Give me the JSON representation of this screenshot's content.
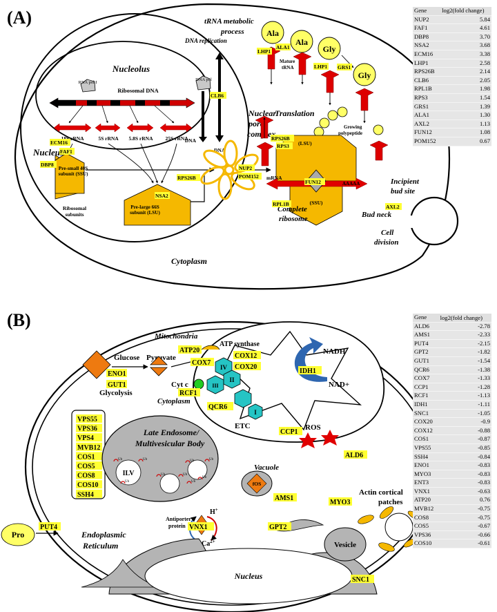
{
  "panel_a": {
    "letter": "(A)",
    "labels": {
      "nucleolus": "Nucleolus",
      "ribosomal_dna": "Ribosomal DNA",
      "rna_pol_1": "RNA pol I",
      "rrna_18s": "18S rRNA",
      "rrna_5s": "5S rRNA",
      "rrna_58s": "5.8S rRNA",
      "rrna_25s": "25S rRNA",
      "dna_replication": "DNA replication",
      "dna_pol": "DNA pol",
      "dna_left": "DNA",
      "dna_right": "DNA",
      "nucleus": "Nucleus",
      "pre_small": "Pre-small 40S subunit (SSU)",
      "pre_large": "Pre-large 66S subunit (LSU)",
      "ribosomal_subunits": "Ribosomal subunits",
      "nuclear_pore_complex": "Nuclear pore complex",
      "trna_process": "tRNA metabolic process",
      "mature_trna": "Mature tRNA",
      "ala1": "Ala",
      "ala2": "Ala",
      "gly1": "Gly",
      "gly2": "Gly",
      "translation": "Translation",
      "growing_polypeptide": "Growing polypeptide",
      "lsu": "(LSU)",
      "ssu": "(SSU)",
      "mrna": "mRNA",
      "polya": "AAAAA",
      "complete_ribosome": "Complete ribosome",
      "incipient_bud_site": "Incipient bud site",
      "bud_neck": "Bud neck",
      "cell_division": "Cell division",
      "cytoplasm": "Cytoplasm"
    },
    "genes": {
      "ecm16": "ECM16",
      "faf1": "FAF1",
      "dbp8": "DBP8",
      "clb6": "CLB6",
      "rps26b_a": "RPS26B",
      "nsa2": "NSA2",
      "nup2": "NUP2",
      "pom152": "POM152",
      "lhp1_a": "LHP1",
      "ala1": "ALA1",
      "lhp1_b": "LHP1",
      "grs1": "GRS1",
      "rps26b_b": "RPS26B",
      "rps3": "RPS3",
      "fun12": "FUN12",
      "rpl1b": "RPL1B",
      "axl2": "AXL2"
    },
    "table": {
      "header": [
        "Gene",
        "log2(fold change)"
      ],
      "rows": [
        [
          "NUP2",
          "5.84"
        ],
        [
          "FAF1",
          "4.61"
        ],
        [
          "DBP8",
          "3.70"
        ],
        [
          "NSA2",
          "3.68"
        ],
        [
          "ECM16",
          "3.38"
        ],
        [
          "LHP1",
          "2.58"
        ],
        [
          "RPS26B",
          "2.14"
        ],
        [
          "CLB6",
          "2.05"
        ],
        [
          "RPL1B",
          "1.98"
        ],
        [
          "RPS3",
          "1.54"
        ],
        [
          "GRS1",
          "1.39"
        ],
        [
          "ALA1",
          "1.30"
        ],
        [
          "AXL2",
          "1.13"
        ],
        [
          "FUN12",
          "1.08"
        ],
        [
          "POM152",
          "0.67"
        ]
      ]
    }
  },
  "panel_b": {
    "letter": "(B)",
    "labels": {
      "mitochondria": "Mitochondria",
      "glucose": "Glucose",
      "pyruvate": "Pyruvate",
      "glycolysis": "Glycolysis",
      "cytoplasm": "Cytoplasm",
      "atp_synthase": "ATP synthase",
      "cyt_c": "Cyt c",
      "etc": "ETC",
      "nadh": "NADH",
      "nad": "NAD+",
      "ros": "ROS",
      "iv": "IV",
      "iii": "III",
      "ii": "II",
      "i": "I",
      "late_endosome": "Late Endosome/ Multivesicular Body",
      "ilv": "ILV",
      "ub": "Ub",
      "vacuole": "Vacuole",
      "fos": "fOS",
      "antiporter": "Antiporter protein",
      "h_ion": "H+",
      "ca_ion": "Ca2+",
      "actin_patches": "Actin cortical patches",
      "pro": "Pro",
      "er": "Endoplasmic Reticulum",
      "nucleus": "Nucleus",
      "vesicle": "Vesicle"
    },
    "genes": {
      "eno1": "ENO1",
      "gut1": "GUT1",
      "atp20": "ATP20",
      "cox12": "COX12",
      "cox7": "COX7",
      "cox20": "COX20",
      "rcf1": "RCF1",
      "qcr6": "QCR6",
      "ccp1": "CCP1",
      "idh1": "IDH1",
      "ald6": "ALD6",
      "ams1": "AMS1",
      "myo3": "MYO3",
      "put4": "PUT4",
      "vnx1": "VNX1",
      "gpt2": "GPT2",
      "snc1": "SNC1"
    },
    "box_genes": [
      "VPS55",
      "VPS36",
      "VPS4",
      "MVB12",
      "COS1",
      "COS5",
      "COS8",
      "COS10",
      "SSH4"
    ],
    "table": {
      "header": [
        "Gene",
        "log2(fold change)"
      ],
      "rows": [
        [
          "ALD6",
          "-2.78"
        ],
        [
          "AMS1",
          "-2.33"
        ],
        [
          "PUT4",
          "-2.15"
        ],
        [
          "GPT2",
          "-1.82"
        ],
        [
          "GUT1",
          "-1.54"
        ],
        [
          "QCR6",
          "-1.38"
        ],
        [
          "COX7",
          "-1.33"
        ],
        [
          "CCP1",
          "-1.28"
        ],
        [
          "RCF1",
          "-1.13"
        ],
        [
          "IDH1",
          "-1.11"
        ],
        [
          "SNC1",
          "-1.05"
        ],
        [
          "COX20",
          "-0.9"
        ],
        [
          "COX12",
          "-0.88"
        ],
        [
          "COS1",
          "-0.87"
        ],
        [
          "VPS55",
          "-0.85"
        ],
        [
          "SSH4",
          "-0.84"
        ],
        [
          "ENO1",
          "-0.83"
        ],
        [
          "MYO3",
          "-0.83"
        ],
        [
          "ENT3",
          "-0.83"
        ],
        [
          "VNX1",
          "-0.63"
        ],
        [
          "ATP20",
          "0.76"
        ],
        [
          "MVB12",
          "-0.75"
        ],
        [
          "COS8",
          "-0.75"
        ],
        [
          "COS5",
          "-0.67"
        ],
        [
          "VPS36",
          "-0.66"
        ],
        [
          "COS10",
          "-0.61"
        ]
      ]
    }
  },
  "colors": {
    "gene_highlight": "#ffff33",
    "ribosome_orange": "#f5b800",
    "arrow_red": "#dd0000",
    "diamond_orange": "#ee7a10",
    "etc_cyan": "#25c4c4",
    "grey": "#b4b4b4"
  }
}
